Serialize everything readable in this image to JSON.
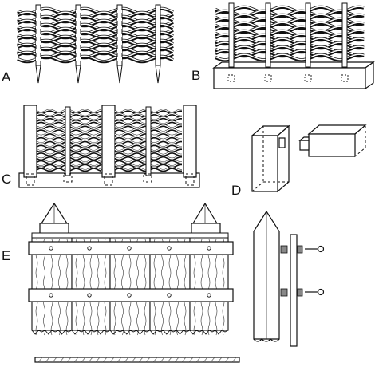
{
  "figure": {
    "panel_labels": {
      "a": "A",
      "b": "B",
      "c": "C",
      "d": "D",
      "e": "E"
    }
  }
}
